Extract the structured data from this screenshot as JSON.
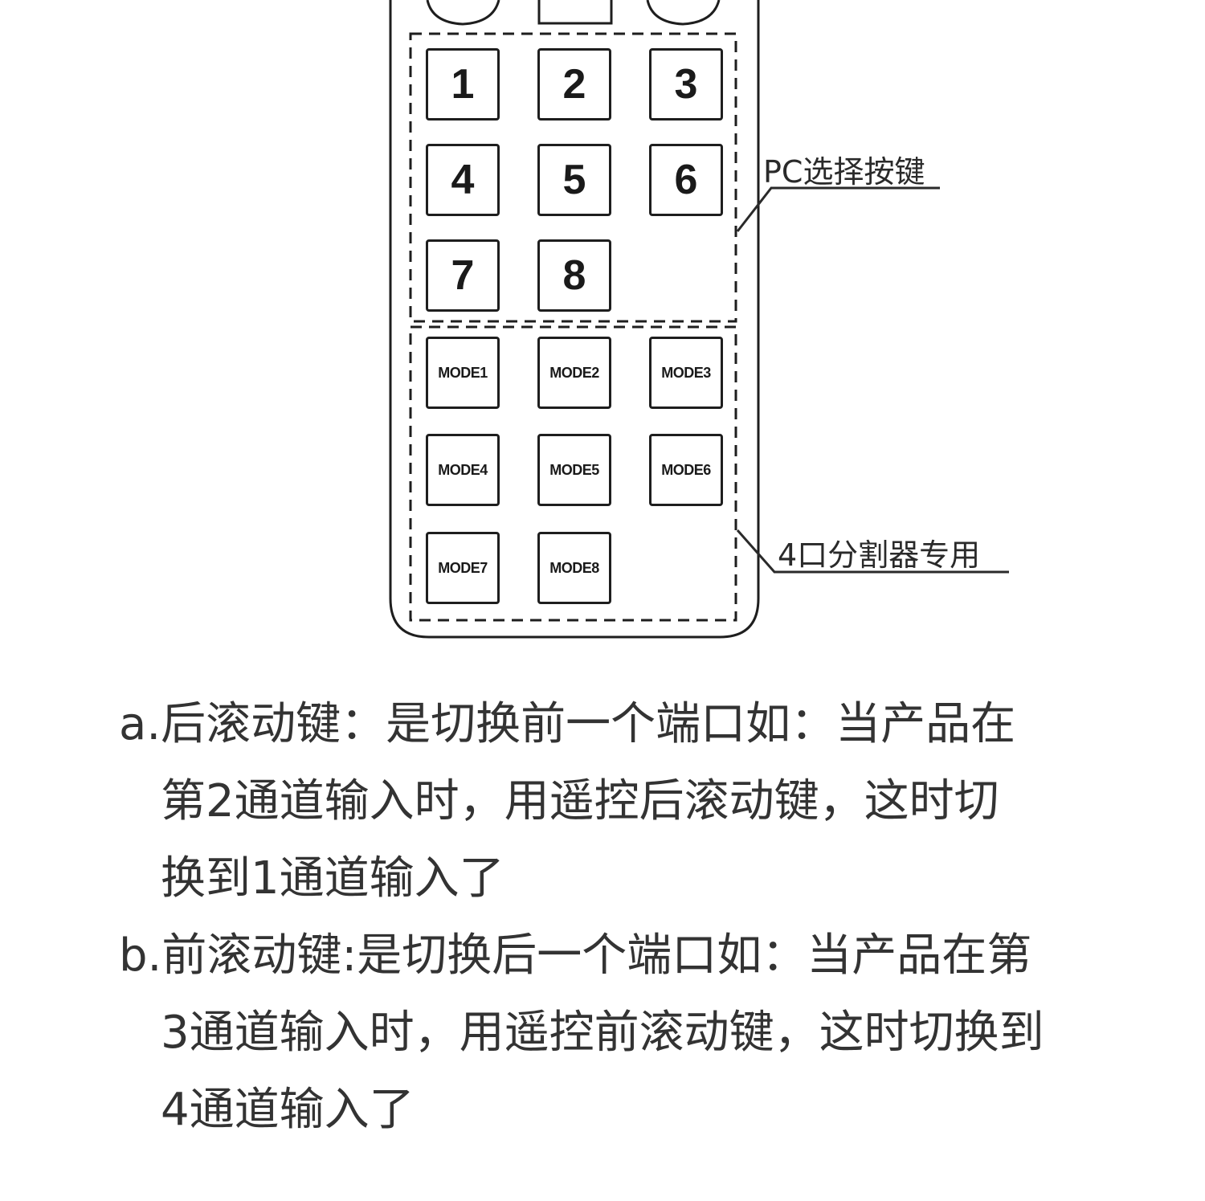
{
  "pc_keys": [
    "1",
    "2",
    "3",
    "4",
    "5",
    "6",
    "7",
    "8"
  ],
  "mode_keys": [
    "MODE1",
    "MODE2",
    "MODE3",
    "MODE4",
    "MODE5",
    "MODE6",
    "MODE7",
    "MODE8"
  ],
  "callouts": {
    "pc_select": "PC选择按键",
    "splitter": "4口分割器专用"
  },
  "descriptions": {
    "a": {
      "line1": "a.后滚动键：是切换前一个端口如：当产品在",
      "line2": "第2通道输入时，用遥控后滚动键，这时切",
      "line3": "换到1通道输入了"
    },
    "b": {
      "line1": "b.前滚动键:是切换后一个端口如：当产品在第",
      "line2": "3通道输入时，用遥控前滚动键，这时切换到",
      "line3": "4通道输入了"
    }
  }
}
